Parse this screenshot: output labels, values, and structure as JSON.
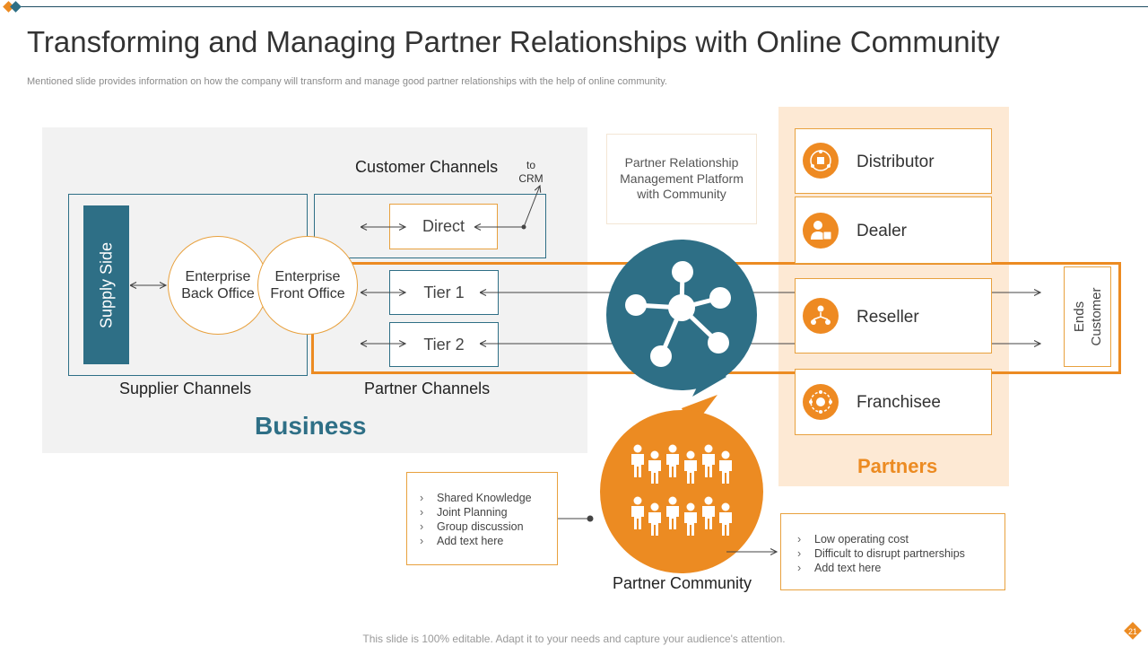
{
  "slide": {
    "title": "Transforming and Managing Partner Relationships with Online Community",
    "subtitle": "Mentioned slide provides information on how the company will transform and manage good partner relationships with the help of online community.",
    "footer": "This slide is 100% editable. Adapt it to your needs and capture your audience's attention.",
    "page_number": "21"
  },
  "business": {
    "label": "Business",
    "supply_side": "Supply Side",
    "back_office": "Enterprise Back Office",
    "front_office": "Enterprise Front Office",
    "supplier_channels": "Supplier Channels",
    "partner_channels": "Partner Channels",
    "customer_channels": "Customer Channels",
    "to_crm": "to CRM",
    "direct": "Direct",
    "tier1": "Tier 1",
    "tier2": "Tier 2"
  },
  "platform": {
    "label": "Partner Relationship Management Platform with Community",
    "hub_icon": "network-hub-icon"
  },
  "partners": {
    "label": "Partners",
    "items": [
      {
        "label": "Distributor",
        "icon": "distributor-icon"
      },
      {
        "label": "Dealer",
        "icon": "dealer-icon"
      },
      {
        "label": "Reseller",
        "icon": "reseller-icon"
      },
      {
        "label": "Franchisee",
        "icon": "franchisee-icon"
      }
    ]
  },
  "end_customer": {
    "label": "Ends Customer"
  },
  "community": {
    "label": "Partner Community",
    "icon": "people-group-icon",
    "left_bullets": [
      "Shared Knowledge",
      "Joint Planning",
      "Group discussion",
      "Add text here"
    ],
    "right_bullets": [
      "Low operating cost",
      "Difficult to disrupt partnerships",
      "Add text here"
    ]
  },
  "colors": {
    "teal": "#2e6f86",
    "orange": "#ec8b22",
    "peach": "#fde9d4",
    "gray_panel": "#f2f2f2"
  }
}
